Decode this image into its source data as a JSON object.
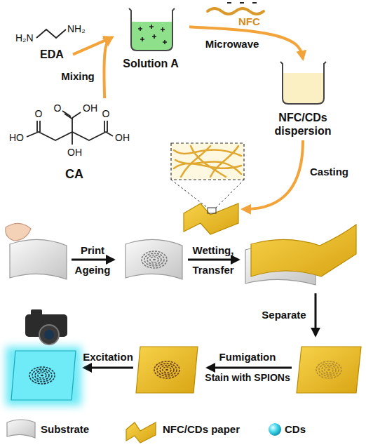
{
  "diagram": {
    "nodes": [
      {
        "text": [
          "EDA"
        ]
      },
      {
        "text": [
          "Solution A"
        ]
      },
      {
        "text": [
          "NFC/CDs dispersion"
        ]
      },
      {
        "text": [
          "CA"
        ]
      }
    ],
    "edges": [
      {
        "from": 3,
        "to": 1,
        "arrow": "to",
        "label": "Mixing"
      },
      {
        "from": 0,
        "to": 1,
        "arrow": "to"
      },
      {
        "from": 1,
        "to": 2,
        "arrow": "to",
        "label": "Microwave"
      }
    ],
    "labels": [
      "H₂N",
      "NH₂",
      "O",
      "HO",
      "O",
      "OH",
      "OH",
      "O",
      "OH",
      "NFC",
      "Casting",
      "Print",
      "Ageing",
      "Wetting,",
      "Transfer",
      "Separate",
      "Fumigation",
      "Stain with SPIONs",
      "Excitation"
    ],
    "legend": [
      {
        "text": "Substrate"
      },
      {
        "text": "NFC/CDs paper"
      },
      {
        "text": "CDs"
      }
    ]
  }
}
